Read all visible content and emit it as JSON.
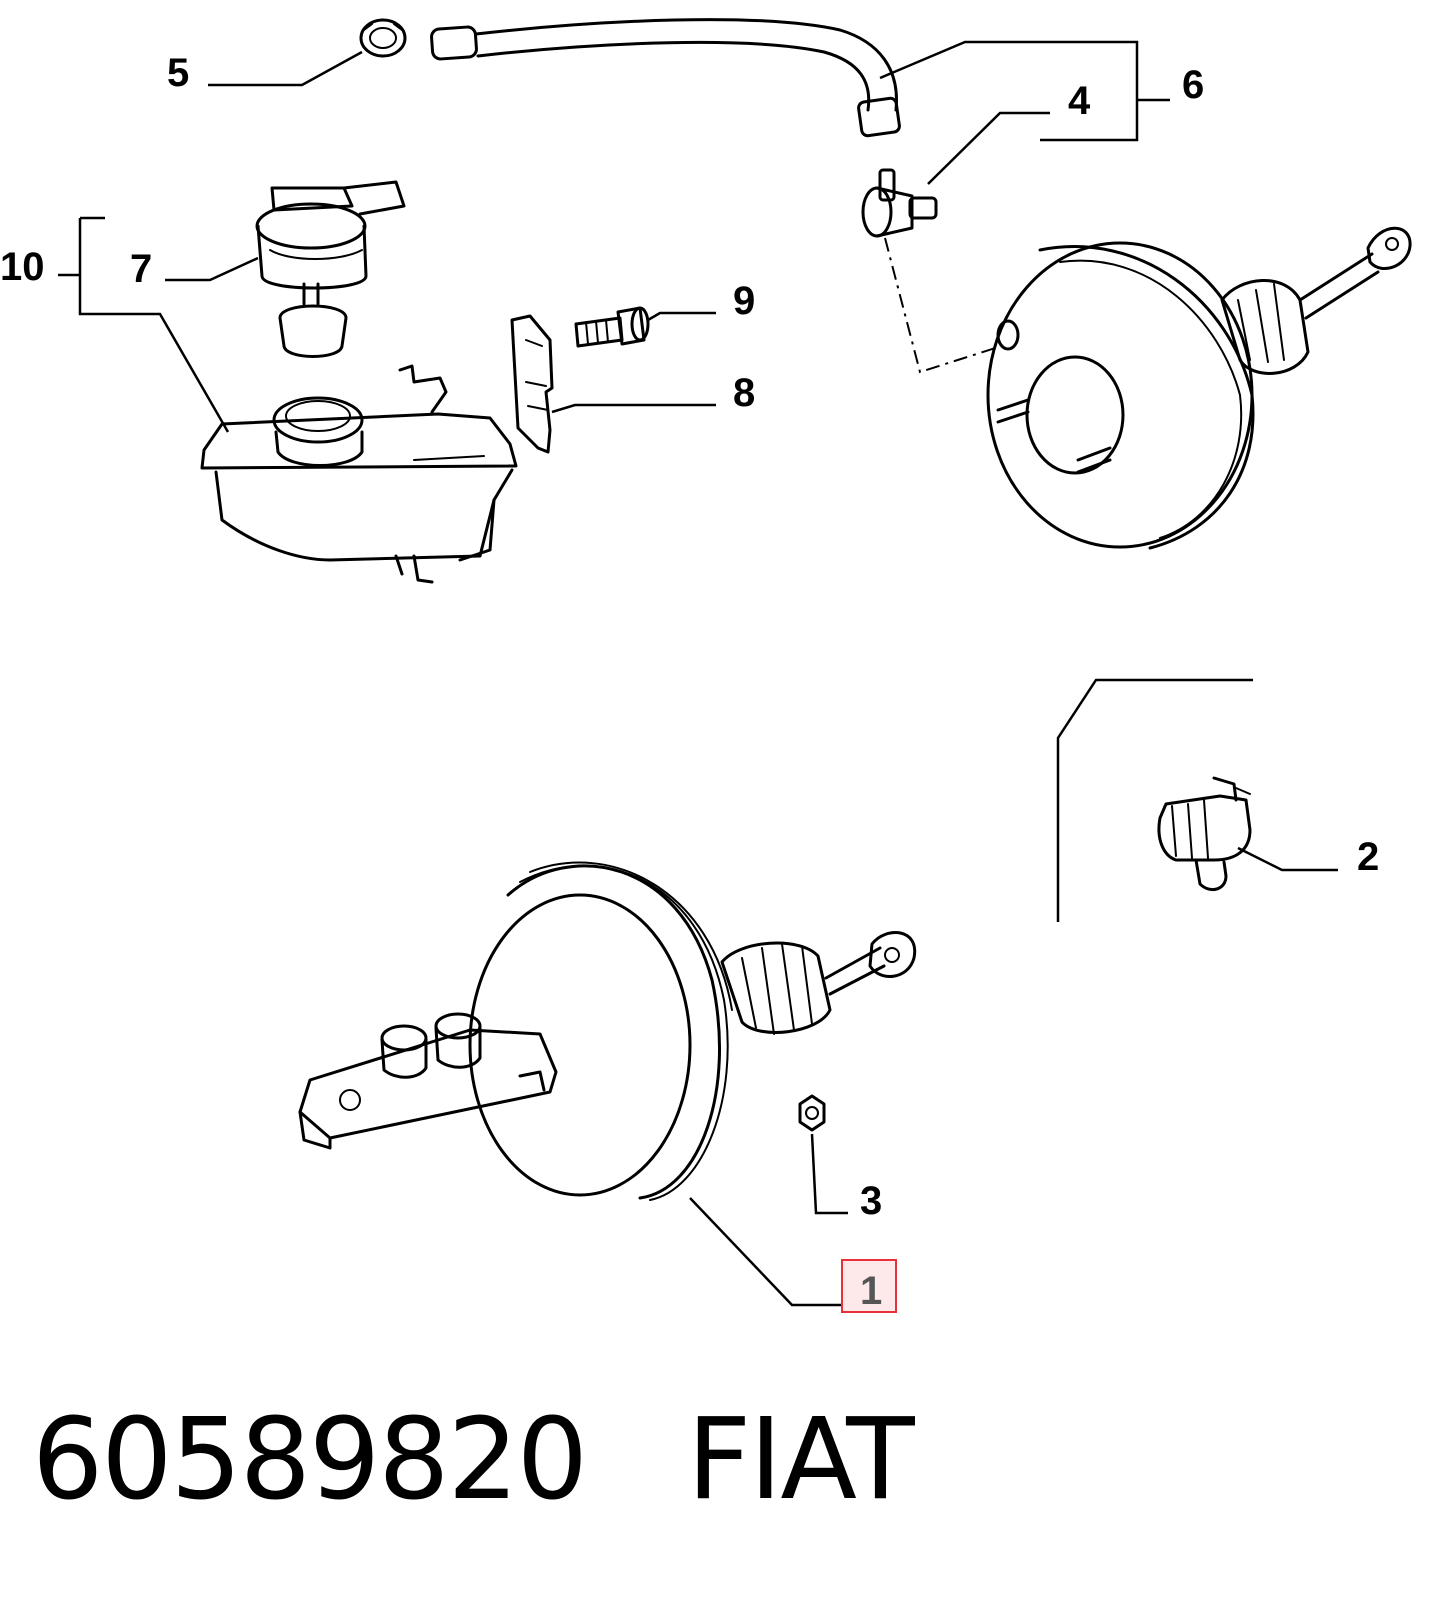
{
  "callouts": {
    "c1": "1",
    "c2": "2",
    "c3": "3",
    "c4": "4",
    "c5": "5",
    "c6": "6",
    "c7": "7",
    "c8": "8",
    "c9": "9",
    "c10": "10"
  },
  "highlight_color": "#e8303a",
  "footer": {
    "part_number": "60589820",
    "brand": "FIAT"
  }
}
